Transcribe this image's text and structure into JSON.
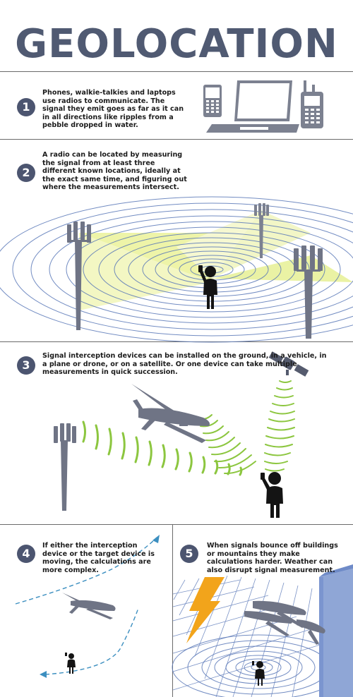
{
  "title": "GEOLOCATION",
  "steps": [
    {
      "number": "1",
      "text": "Phones, walkie-talkies and laptops use radios to communicate. The signal they emit goes as far as it can in all directions like ripples from a pebble dropped in water."
    },
    {
      "number": "2",
      "text": "A radio can be located by measuring the signal from at least three different known locations, ideally at the exact same time, and figuring out where the measurements intersect."
    },
    {
      "number": "3",
      "text": "Signal interception devices can be installed on the ground, in a vehicle, in a plane or drone, or on a satellite. Or one device can take multiple measurements in quick succession."
    },
    {
      "number": "4",
      "text": "If either the interception device or the target device is moving, the calculations are more complex."
    },
    {
      "number": "5",
      "text": "When signals bounce off buildings or mountains they make calculations harder. Weather can also disrupt signal measurement."
    }
  ],
  "colors": {
    "title": "#505a72",
    "badge": "#4c5570",
    "device": "#7c8190",
    "ripple": "#5a78b8",
    "signal_green": "#8cc63f",
    "cone_yellow": "#e9f18c",
    "lightning": "#f2a41b",
    "building": "#8fa6d6"
  },
  "icons": [
    "mobile-phone-icon",
    "laptop-icon",
    "walkie-talkie-icon",
    "cell-tower-icon",
    "person-with-phone-icon",
    "satellite-icon",
    "drone-icon",
    "lightning-icon",
    "building-icon"
  ]
}
